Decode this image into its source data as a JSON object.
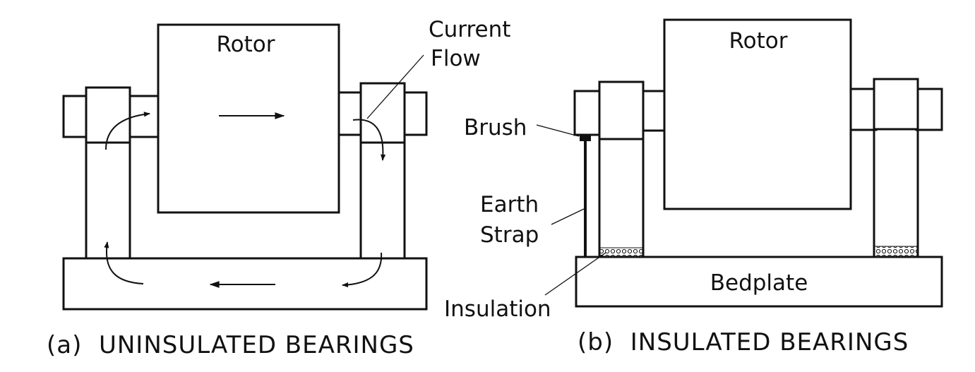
{
  "panel_a": {
    "rotor_label": "Rotor",
    "current_flow_label_line1": "Current",
    "current_flow_label_line2": "Flow",
    "caption": "(a)  UNINSULATED BEARINGS"
  },
  "panel_b": {
    "rotor_label": "Rotor",
    "brush_label": "Brush",
    "earth_strap_label_line1": "Earth",
    "earth_strap_label_line2": "Strap",
    "insulation_label": "Insulation",
    "bedplate_label": "Bedplate",
    "caption": "(b)  INSULATED BEARINGS"
  },
  "colors": {
    "ink": "#111111",
    "paper": "#ffffff"
  }
}
